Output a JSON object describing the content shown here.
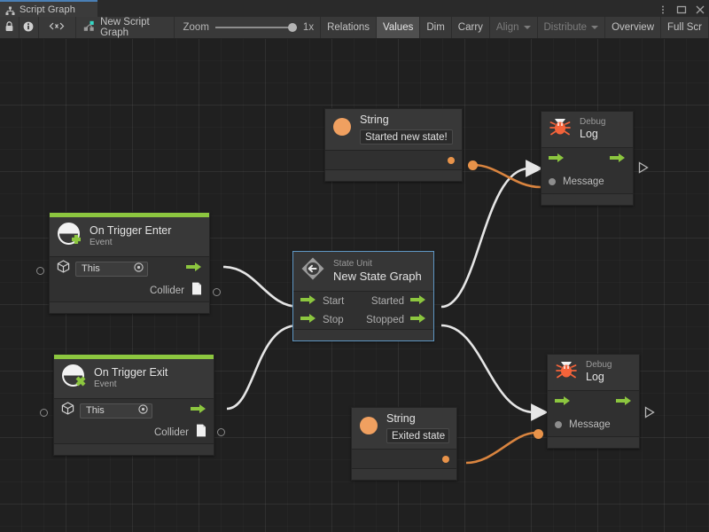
{
  "window": {
    "tab_label": "Script Graph",
    "tab_icon": "graph-hierarchy-icon",
    "controls": [
      "more-options-icon",
      "maximize-icon",
      "close-icon"
    ]
  },
  "toolbar": {
    "lock_icon": "lock-icon",
    "info_icon": "info-icon",
    "code_icon": "code-brackets-icon",
    "graph_icon": "script-graph-icon",
    "graph_name": "New Script Graph",
    "zoom_label": "Zoom",
    "zoom_value": "1x",
    "buttons": [
      {
        "label": "Relations",
        "state": "normal"
      },
      {
        "label": "Values",
        "state": "active"
      },
      {
        "label": "Dim",
        "state": "normal"
      },
      {
        "label": "Carry",
        "state": "normal"
      },
      {
        "label": "Align",
        "state": "disabled",
        "dropdown": true
      },
      {
        "label": "Distribute",
        "state": "disabled",
        "dropdown": true
      },
      {
        "label": "Overview",
        "state": "normal"
      },
      {
        "label": "Full Scr",
        "state": "normal"
      }
    ]
  },
  "colors": {
    "event_accent": "#8cc63f",
    "flow_green": "#8cc63f",
    "data_orange": "#e8934a",
    "selection_blue": "#5f97c4",
    "edge_white": "#e6e6e6",
    "canvas_bg": "#202020"
  },
  "nodes": {
    "string_top": {
      "icon": "string-value-icon",
      "title": "String",
      "value": "Started new state!"
    },
    "debug_log_top": {
      "icon": "bug-icon",
      "subtitle": "Debug",
      "title": "Log",
      "input_flow": "flow-in",
      "output_flow": "flow-out",
      "message_label": "Message"
    },
    "on_trigger_enter": {
      "icon": "event-enter-icon",
      "title": "On Trigger Enter",
      "subtitle": "Event",
      "target_icon": "gameobject-icon",
      "target_value": "This",
      "target_picker_icon": "target-picker-icon",
      "output_flow": "flow-out",
      "collider_label": "Collider",
      "collider_icon": "collider-file-icon"
    },
    "state_unit": {
      "icon": "state-unit-icon",
      "subtitle": "State Unit",
      "title": "New  State  Graph",
      "selected": true,
      "inputs": [
        "Start",
        "Stop"
      ],
      "outputs": [
        "Started",
        "Stopped"
      ]
    },
    "on_trigger_exit": {
      "icon": "event-exit-icon",
      "title": "On Trigger Exit",
      "subtitle": "Event",
      "target_icon": "gameobject-icon",
      "target_value": "This",
      "target_picker_icon": "target-picker-icon",
      "output_flow": "flow-out",
      "collider_label": "Collider",
      "collider_icon": "collider-file-icon"
    },
    "string_bottom": {
      "icon": "string-value-icon",
      "title": "String",
      "value": "Exited state"
    },
    "debug_log_bottom": {
      "icon": "bug-icon",
      "subtitle": "Debug",
      "title": "Log",
      "input_flow": "flow-in",
      "output_flow": "flow-out",
      "message_label": "Message"
    }
  },
  "edges": [
    {
      "from": "on_trigger_enter.flow_out",
      "to": "state_unit.start",
      "kind": "flow"
    },
    {
      "from": "on_trigger_exit.flow_out",
      "to": "state_unit.stop",
      "kind": "flow"
    },
    {
      "from": "state_unit.started",
      "to": "debug_log_top.flow_in",
      "kind": "flow"
    },
    {
      "from": "state_unit.stopped",
      "to": "debug_log_bottom.flow_in",
      "kind": "flow"
    },
    {
      "from": "string_top.value",
      "to": "debug_log_top.message",
      "kind": "data"
    },
    {
      "from": "string_bottom.value",
      "to": "debug_log_bottom.message",
      "kind": "data"
    }
  ]
}
